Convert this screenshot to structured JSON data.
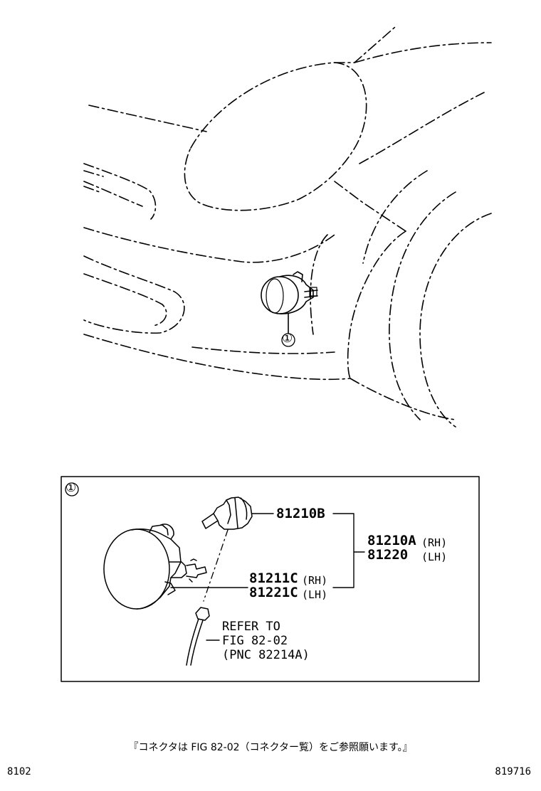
{
  "callout_marker": "①",
  "detail_box": {
    "marker": "①",
    "parts": {
      "bulb": "81210B",
      "assembly_rh": "81210A",
      "assembly_rh_side": "(RH)",
      "assembly_lh": "81220",
      "assembly_lh_side": "(LH)",
      "housing_rh": "81211C",
      "housing_rh_side": "(RH)",
      "housing_lh": "81221C",
      "housing_lh_side": "(LH)"
    },
    "refer": {
      "line1": "REFER TO",
      "line2": "FIG 82-02",
      "line3": "(PNC 82214A)"
    }
  },
  "footer_note": "『コネクタは FIG 82-02（コネクター覧）をご参照願います。』",
  "page_code_left": "8102",
  "page_code_right": "819716"
}
